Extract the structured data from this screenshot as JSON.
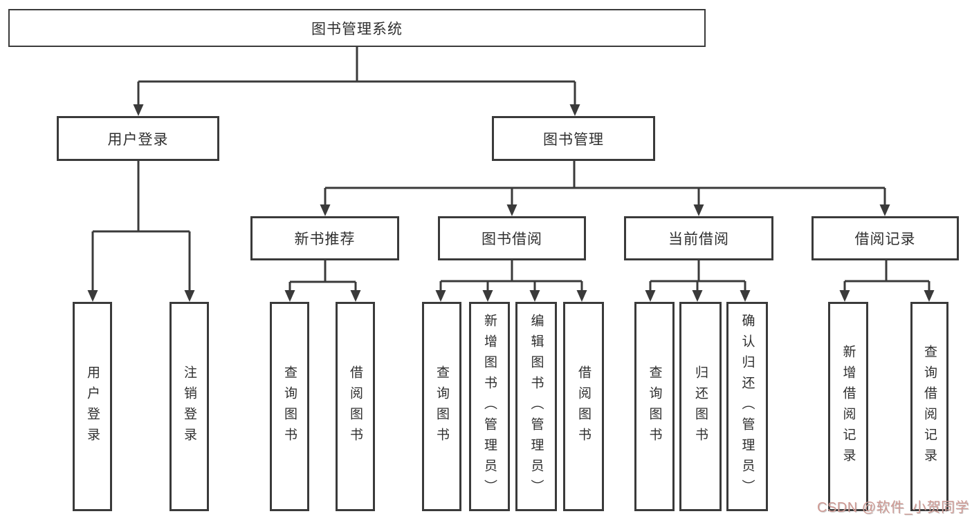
{
  "diagram": {
    "title": "图书管理系统",
    "root": {
      "label": "图书管理系统"
    },
    "level2": [
      {
        "label": "用户登录"
      },
      {
        "label": "图书管理"
      }
    ],
    "level3": [
      {
        "label": "新书推荐"
      },
      {
        "label": "图书借阅"
      },
      {
        "label": "当前借阅"
      },
      {
        "label": "借阅记录"
      }
    ],
    "leaves": [
      {
        "label": "用户登录"
      },
      {
        "label": "注销登录"
      },
      {
        "label": "查询图书"
      },
      {
        "label": "借阅图书"
      },
      {
        "label": "查询图书"
      },
      {
        "label": "新增图书（管理员）"
      },
      {
        "label": "编辑图书（管理员）"
      },
      {
        "label": "借阅图书"
      },
      {
        "label": "查询图书"
      },
      {
        "label": "归还图书"
      },
      {
        "label": "确认归还（管理员）"
      },
      {
        "label": "新增借阅记录"
      },
      {
        "label": "查询借阅记录"
      }
    ],
    "watermark": "CSDN @软件_小贺同学",
    "colors": {
      "line": "#3a3a3a",
      "box_border": "#3a3a3a",
      "text": "#2f2f2f",
      "watermark": "#cf9a94",
      "background": "#ffffff"
    }
  }
}
